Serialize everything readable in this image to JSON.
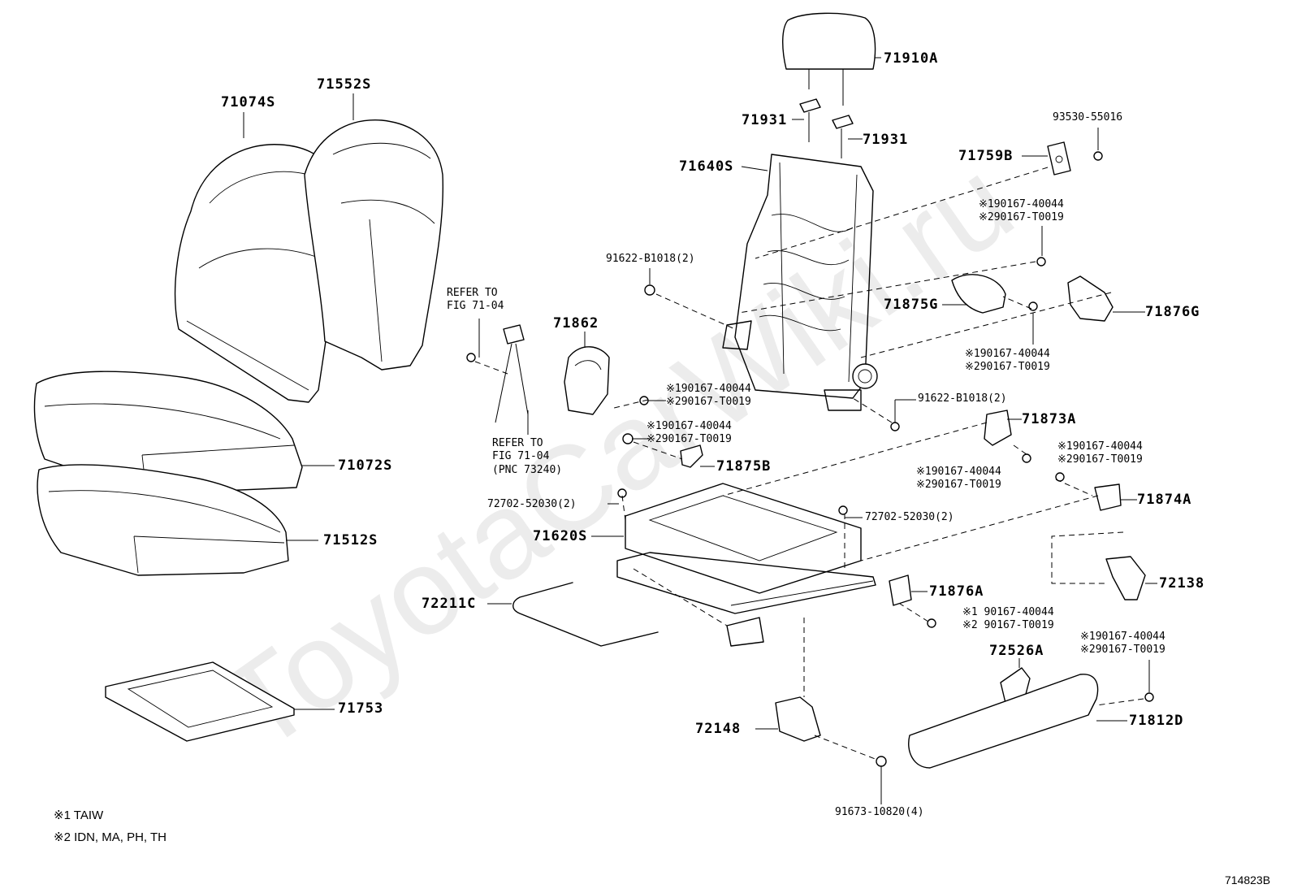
{
  "watermark": "ToyotaCarWiki.ru",
  "figure_id": "714823B",
  "parts": {
    "headrest": "71910A",
    "guide_l": "71931",
    "guide_r": "71931",
    "back_frame": "71640S",
    "back_cover": "71074S",
    "back_pad": "71552S",
    "cushion_cover": "71072S",
    "cushion_pad": "71512S",
    "cushion_frame": "71753",
    "switch": "71759B",
    "switch_screw": "93530-55016",
    "hinge_cover_inner": "71875G",
    "hinge_cover_outer": "71876G",
    "buckle_bracket": "71862",
    "bracket_b": "71875B",
    "bracket_a": "71873A",
    "bracket_74a": "71874A",
    "adjuster": "71620S",
    "lever_wire": "72211C",
    "cover_76a": "71876A",
    "cover_72138": "72138",
    "knob": "72526A",
    "shield": "71812D",
    "support": "72148"
  },
  "bolts": {
    "b1018_left": "91622-B1018(2)",
    "b1018_right": "91622-B1018(2)",
    "b52030_left": "72702-52030(2)",
    "b52030_right": "72702-52030(2)",
    "b10820": "91673-10820(4)"
  },
  "footnote_pairs": [
    {
      "a": "※190167-40044",
      "b": "※290167-T0019"
    },
    {
      "a": "※190167-40044",
      "b": "※290167-T0019"
    },
    {
      "a": "※190167-40044",
      "b": "※290167-T0019"
    },
    {
      "a": "※190167-40044",
      "b": "※290167-T0019"
    },
    {
      "a": "※190167-40044",
      "b": "※290167-T0019"
    },
    {
      "a": "※190167-40044",
      "b": "※290167-T0019"
    },
    {
      "a": "※1 90167-40044",
      "b": "※2 90167-T0019"
    },
    {
      "a": "※190167-40044",
      "b": "※290167-T0019"
    }
  ],
  "refer_top": [
    "REFER TO",
    "FIG 71-04"
  ],
  "refer_bottom": [
    "REFER TO",
    "FIG 71-04",
    "(PNC 73240)"
  ],
  "footnotes": [
    "※1  TAIW",
    "※2  IDN, MA, PH, TH"
  ]
}
